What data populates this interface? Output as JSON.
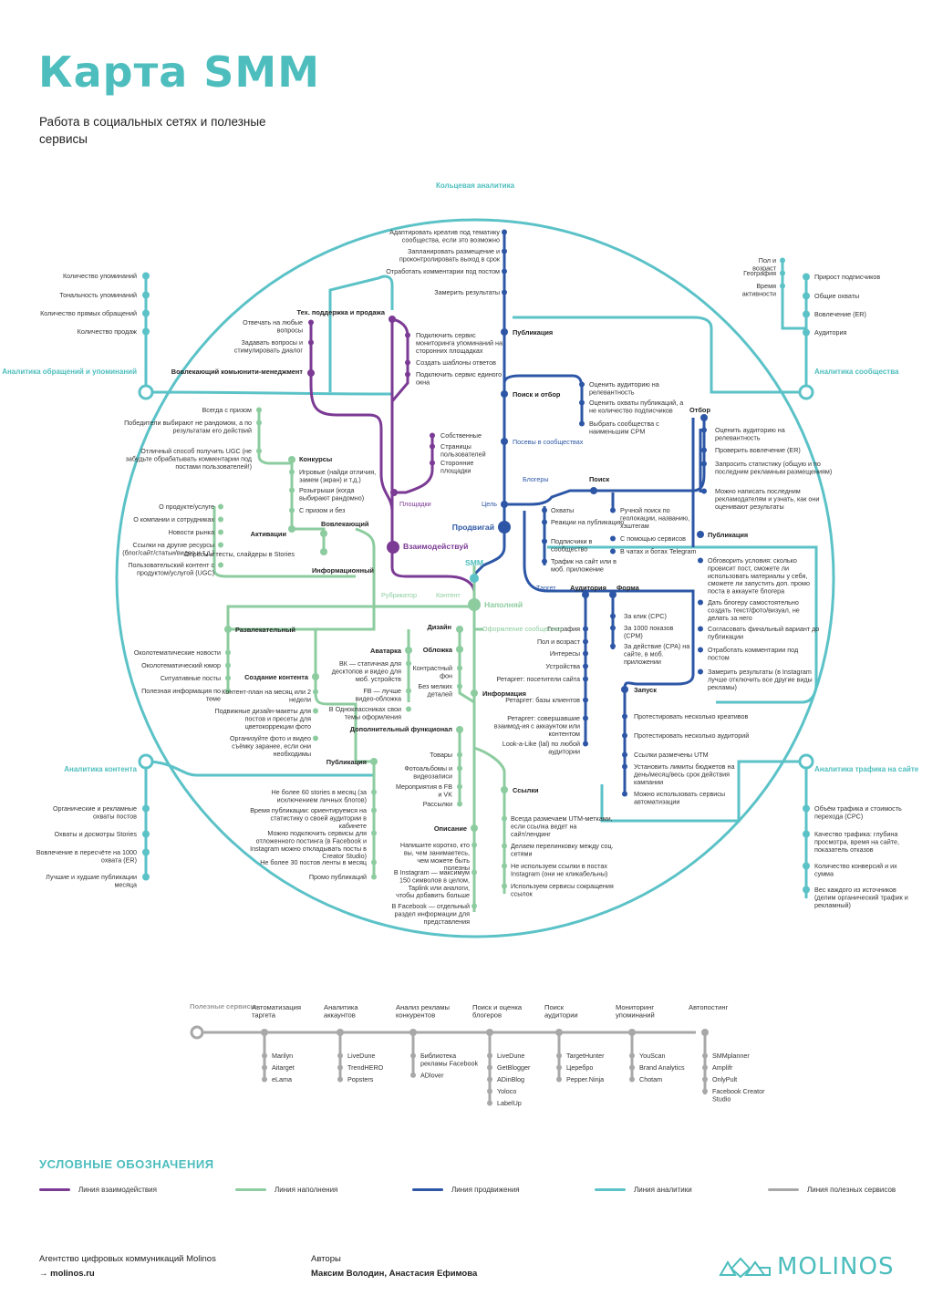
{
  "title": "Карта SMM",
  "subtitle": "Работа в социальных сетях и полезные сервисы",
  "colors": {
    "interaction": "#7b3a94",
    "content": "#8ccc9f",
    "promotion": "#2d57a6",
    "analytics": "#5bc2c7",
    "services": "#a8a8a8",
    "accent": "#4dbdbd"
  },
  "ring_label": "Кольцевая аналитика",
  "hubs": {
    "smm": "SMM",
    "interaction": "Взаимодействуй",
    "promotion": "Продвигай",
    "content": "Наполняй"
  },
  "analytics": {
    "mentions": {
      "label": "Аналитика обращений и упоминаний",
      "items": [
        "Количество упоминаний",
        "Тональность упоминаний",
        "Количество прямых обращений",
        "Количество продаж"
      ]
    },
    "community": {
      "label": "Аналитика сообщества",
      "items": [
        "Прирост подписчиков",
        "Общие охваты",
        "Вовлечение (ER)",
        "Аудитория"
      ],
      "audience_items": [
        "Пол и возраст",
        "География",
        "Время активности"
      ]
    },
    "content": {
      "label": "Аналитика контента",
      "items": [
        "Органические и рекламные охваты постов",
        "Охваты и досмотры Stories",
        "Вовлечение в пересчёте на 1000 охвата (ER)",
        "Лучшие и худшие публикации месяца"
      ]
    },
    "traffic": {
      "label": "Аналитика трафика на сайте",
      "items": [
        "Объём трафика и стоимость перехода (CPC)",
        "Качество трафика: глубина просмотра, время на сайте, показатель отказов",
        "Количество конверсий и их сумма",
        "Вес каждого из источников (делим органический трафик и рекламный)"
      ]
    }
  },
  "interaction": {
    "community_manager": "Вовлекающий комьюнити-менеджмент",
    "cm_items": [
      "Отвечать на любые вопросы",
      "Задавать вопросы и стимулировать диалог"
    ],
    "support": "Тех. поддержка и продажа",
    "support_items": [
      "Подключить сервис мониторинга упоминаний на сторонних площадках",
      "Создать шаблоны ответов",
      "Подключить сервис единого окна"
    ],
    "platforms": "Площадки",
    "platform_items": [
      "Собственные",
      "Страницы пользователей",
      "Сторонние площадки"
    ]
  },
  "promotion": {
    "goal": "Цель",
    "publication": "Публикация",
    "publication_items": [
      "Адаптировать креатив под тематику сообщества, если это возможно",
      "Запланировать размещение и проконтролировать выход в срок",
      "Отработать комментарии под постом",
      "Замерить результаты"
    ],
    "search": "Поиск и отбор",
    "search_items": [
      "Оценить аудиторию на релевантность",
      "Оценить охваты публикаций, а не количество подписчиков",
      "Выбрать сообщества с наименьшим CPM"
    ],
    "seeding": "Посевы в сообществах",
    "bloggers": "Блогеры",
    "blogger_search": "Поиск",
    "blogger_search_items": [
      "Ручной поиск по геолокации, названию, хэштегам",
      "С помощью сервисов",
      "В чатах и ботах Telegram"
    ],
    "selection": "Отбор",
    "selection_items": [
      "Оценить аудиторию на релевантность",
      "Проверить вовлечение (ER)",
      "Запросить статистику (общую и по последним рекламным размещениям)",
      "Можно написать последним рекламодателям и узнать, как они оценивают результаты"
    ],
    "blog_publication": "Публикация",
    "blog_pub_items": [
      "Обговорить условия: сколько провисит пост, сможете ли использовать материалы у себя, сможете ли запустить доп. промо поста в аккаунте блогера",
      "Дать блогеру самостоятельно создать текст/фото/визуал, не делать за него",
      "Согласовать финальный вариант до публикации",
      "Отработать комментарии под постом",
      "Замерить результаты (в Instagram лучше отключить все другие виды рекламы)"
    ],
    "goal_items": [
      "Охваты",
      "Реакции на публикацию",
      "Подписчики в сообщество",
      "Трафик на сайт или в моб. приложение"
    ],
    "target": "Таргет",
    "audience": "Аудитория",
    "audience_items": [
      "География",
      "Пол и возраст",
      "Интересы",
      "Устройства",
      "Ретаргет: посетители сайта",
      "Ретаргет: базы клиентов",
      "Ретаргет: совершавшие взаимод-ия с аккаунтом или контентом",
      "Look-a-Like (lal) по любой аудитории"
    ],
    "format": "Форма",
    "format_items": [
      "За клик (CPC)",
      "За 1000 показов (CPM)",
      "За действие (CPA) на сайте, в моб. приложении"
    ],
    "launch": "Запуск",
    "launch_items": [
      "Протестировать несколько креативов",
      "Протестировать несколько аудиторий",
      "Ссылки размечены UTM",
      "Установить лимиты бюджетов на день/месяц/весь срок действия кампании",
      "Можно использовать сервисы автоматизации"
    ]
  },
  "content": {
    "rubricator": "Рубрикатор",
    "content_label": "Контент",
    "involving": "Вовлекающий",
    "activations": "Активации",
    "contests": "Конкурсы",
    "contest_items": [
      "Игровые (найди отличия, замем (экран) и т.д.)",
      "Розыгрыши (когда выбирают рандомно)",
      "С призом и без"
    ],
    "polls": "Опросы и тесты, слайдеры в Stories",
    "prize_items": [
      "Всегда с призом",
      "Победители выбирают не рандомом, а по результатам его действий",
      "Отличный способ получить UGC (не забудьте обрабатывать комментарии под постами пользователей!)"
    ],
    "informational": "Информационный",
    "info_items": [
      "О продукте/услуге",
      "О компании и сотрудниках",
      "Новости рынка",
      "Ссылки на другие ресурсы (блог/сайт/статьи/видео и т.д.)",
      "Пользовательский контент с продуктом/услугой (UGC)"
    ],
    "entertaining": "Развлекательный",
    "ent_items": [
      "Околотематические новости",
      "Околотематический юмор",
      "Ситуативные посты",
      "Полезная информация по теме"
    ],
    "creation": "Создание контента",
    "creation_items": [
      "Контент-план на месяц или 2 недели",
      "Подвижные дизайн-макеты для постов и пресеты для цветокоррекции фото",
      "Организуйте фото и видео съёмку заранее, если они необходимы"
    ],
    "publication": "Публикация",
    "publication_items": [
      "Не более 60 stories в месяц (за исключением личных блогов)",
      "Время публикации: ориентируемся на статистику о своей аудитории в кабинете",
      "Можно подключить сервисы для отложенного постинга (в Facebook и Instagram можно откладывать посты в Creator Studio)",
      "Не более 30 постов ленты в месяц",
      "Промо публикаций"
    ],
    "design": "Дизайн",
    "design_header": "Оформление сообщества",
    "avatar": "Аватарка",
    "avatar_items": [
      "ВК — статичная для десктопов и видео для моб. устройств",
      "FB — лучше видео-обложка",
      "В Одноклассниках свои темы оформления"
    ],
    "cover": "Обложка",
    "cover_items": [
      "Контрастный фон",
      "Без мелких деталей"
    ],
    "information": "Информация",
    "functional": "Дополнительный функционал",
    "functional_items": [
      "Товары",
      "Фотоальбомы и видеозаписи",
      "Мероприятия в FB и VK",
      "Рассылки"
    ],
    "description": "Описание",
    "description_items": [
      "Напишите коротко, кто вы, чем занимаетесь, чем можете быть полезны",
      "В Instagram — максимум 150 символов в целом, Taplink или аналоги, чтобы добавить больше",
      "В Facebook — отдельный раздел информации для представления"
    ],
    "links": "Ссылки",
    "links_items": [
      "Всегда размечаем UTM-метками, если ссылка ведет на сайт/лендинг",
      "Делаем перелинковку между соц. сетями",
      "Не используем ссылки в постах Instagram (они не кликабельны)",
      "Используем сервисы сокращения ссылок"
    ]
  },
  "services": {
    "title": "Полезные сервисы",
    "groups": [
      {
        "name": "Автоматизация таргета",
        "items": [
          "Marilyn",
          "Aitarget",
          "eLama"
        ]
      },
      {
        "name": "Аналитика аккаунтов",
        "items": [
          "LiveDune",
          "TrendHERO",
          "Popsters"
        ]
      },
      {
        "name": "Анализ рекламы конкурентов",
        "items": [
          "Библиотека рекламы Facebook",
          "ADlover"
        ]
      },
      {
        "name": "Поиск и оценка блогеров",
        "items": [
          "LiveDune",
          "GetBlogger",
          "ADinBlog",
          "Yoloco",
          "LabelUp"
        ]
      },
      {
        "name": "Поиск аудитории",
        "items": [
          "TargetHunter",
          "Церебро",
          "Pepper.Ninja"
        ]
      },
      {
        "name": "Мониторинг упоминаний",
        "items": [
          "YouScan",
          "Brand Analytics",
          "Chotam"
        ]
      },
      {
        "name": "Автопостинг",
        "items": [
          "SMMplanner",
          "Amplifr",
          "OnlyPult",
          "Facebook Creator Studio"
        ]
      }
    ]
  },
  "legend": {
    "title": "УСЛОВНЫЕ ОБОЗНАЧЕНИЯ",
    "items": [
      {
        "label": "Линия взаимодействия",
        "color": "#7b3a94"
      },
      {
        "label": "Линия наполнения",
        "color": "#8ccc9f"
      },
      {
        "label": "Линия продвижения",
        "color": "#2d57a6"
      },
      {
        "label": "Линия аналитики",
        "color": "#5bc2c7"
      },
      {
        "label": "Линия полезных сервисов",
        "color": "#a8a8a8"
      }
    ]
  },
  "footer": {
    "agency": "Агентство цифровых коммуникаций Molinos",
    "site": "→ molinos.ru",
    "authors_label": "Авторы",
    "authors": "Максим Володин, Анастасия Ефимова",
    "logo": "MOLINOS"
  }
}
